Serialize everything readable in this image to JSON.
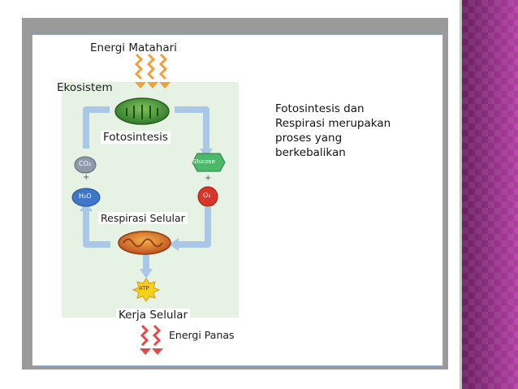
{
  "diagram": {
    "energy_in": "Energi Matahari",
    "ecosystem": "Ekosistem",
    "photosynthesis": "Fotosintesis",
    "co2": "CO₂",
    "plus": "+",
    "h2o": "H₂O",
    "glucose": "Glucose",
    "o2": "O₂",
    "respiration": "Respirasi Selular",
    "atp": "ATP",
    "cellular_work": "Kerja Selular",
    "heat_energy": "Energi Panas"
  },
  "caption": {
    "lines": [
      "Fotosintesis dan",
      "Respirasi merupakan",
      "proses yang",
      "berkebalikan"
    ]
  },
  "colors": {
    "accent_band": "#8a2f7e",
    "ecosystem_bg": "#e6f2e3",
    "cycle_arrow": "#a9c7e6",
    "energy_arrow": "#f0a23a",
    "heat_arrow": "#e24a4a",
    "glucose": "#4cb86a",
    "o2": "#d9362b",
    "h2o": "#3f76c8",
    "co2": "#8f9bab",
    "atp": "#f2d21a"
  }
}
